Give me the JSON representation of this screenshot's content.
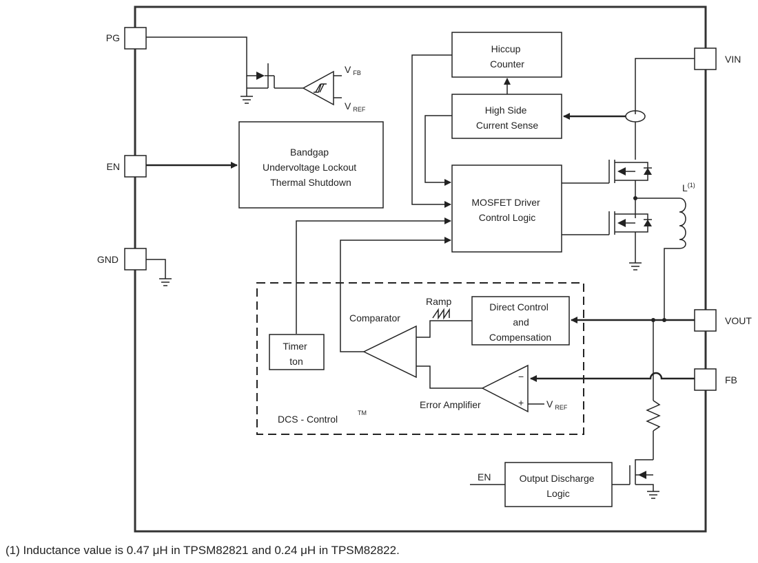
{
  "pins": {
    "pg": "PG",
    "en": "EN",
    "gnd": "GND",
    "vin": "VIN",
    "vout": "VOUT",
    "fb": "FB"
  },
  "blocks": {
    "hiccup_counter": [
      "Hiccup",
      "Counter"
    ],
    "high_side_current_sense": [
      "High Side",
      "Current Sense"
    ],
    "bandgap": [
      "Bandgap",
      "Undervoltage Lockout",
      "Thermal Shutdown"
    ],
    "mosfet_driver": [
      "MOSFET Driver",
      "Control Logic"
    ],
    "direct_control": [
      "Direct Control",
      "and",
      "Compensation"
    ],
    "timer": [
      "Timer",
      "ton"
    ],
    "output_discharge": [
      "Output Discharge",
      "Logic"
    ]
  },
  "labels": {
    "v": "V",
    "fb_sub": "FB",
    "ref_sub": "REF",
    "inductor": "L",
    "inductor_note": "(1)",
    "ramp": "Ramp",
    "comparator": "Comparator",
    "error_amplifier": "Error Amplifier",
    "dcs_control": "DCS - Control",
    "tm": "TM",
    "minus": "−",
    "plus": "+",
    "discharge_en": "EN"
  },
  "footnote": "(1)   Inductance value is 0.47 μH in TPSM82821 and 0.24 μH in TPSM82822.",
  "icons": [
    "nmos-transistor-icon",
    "schmitt-comparator-icon",
    "ground-icon",
    "inductor-icon",
    "resistor-icon",
    "current-sense-loop-icon"
  ]
}
